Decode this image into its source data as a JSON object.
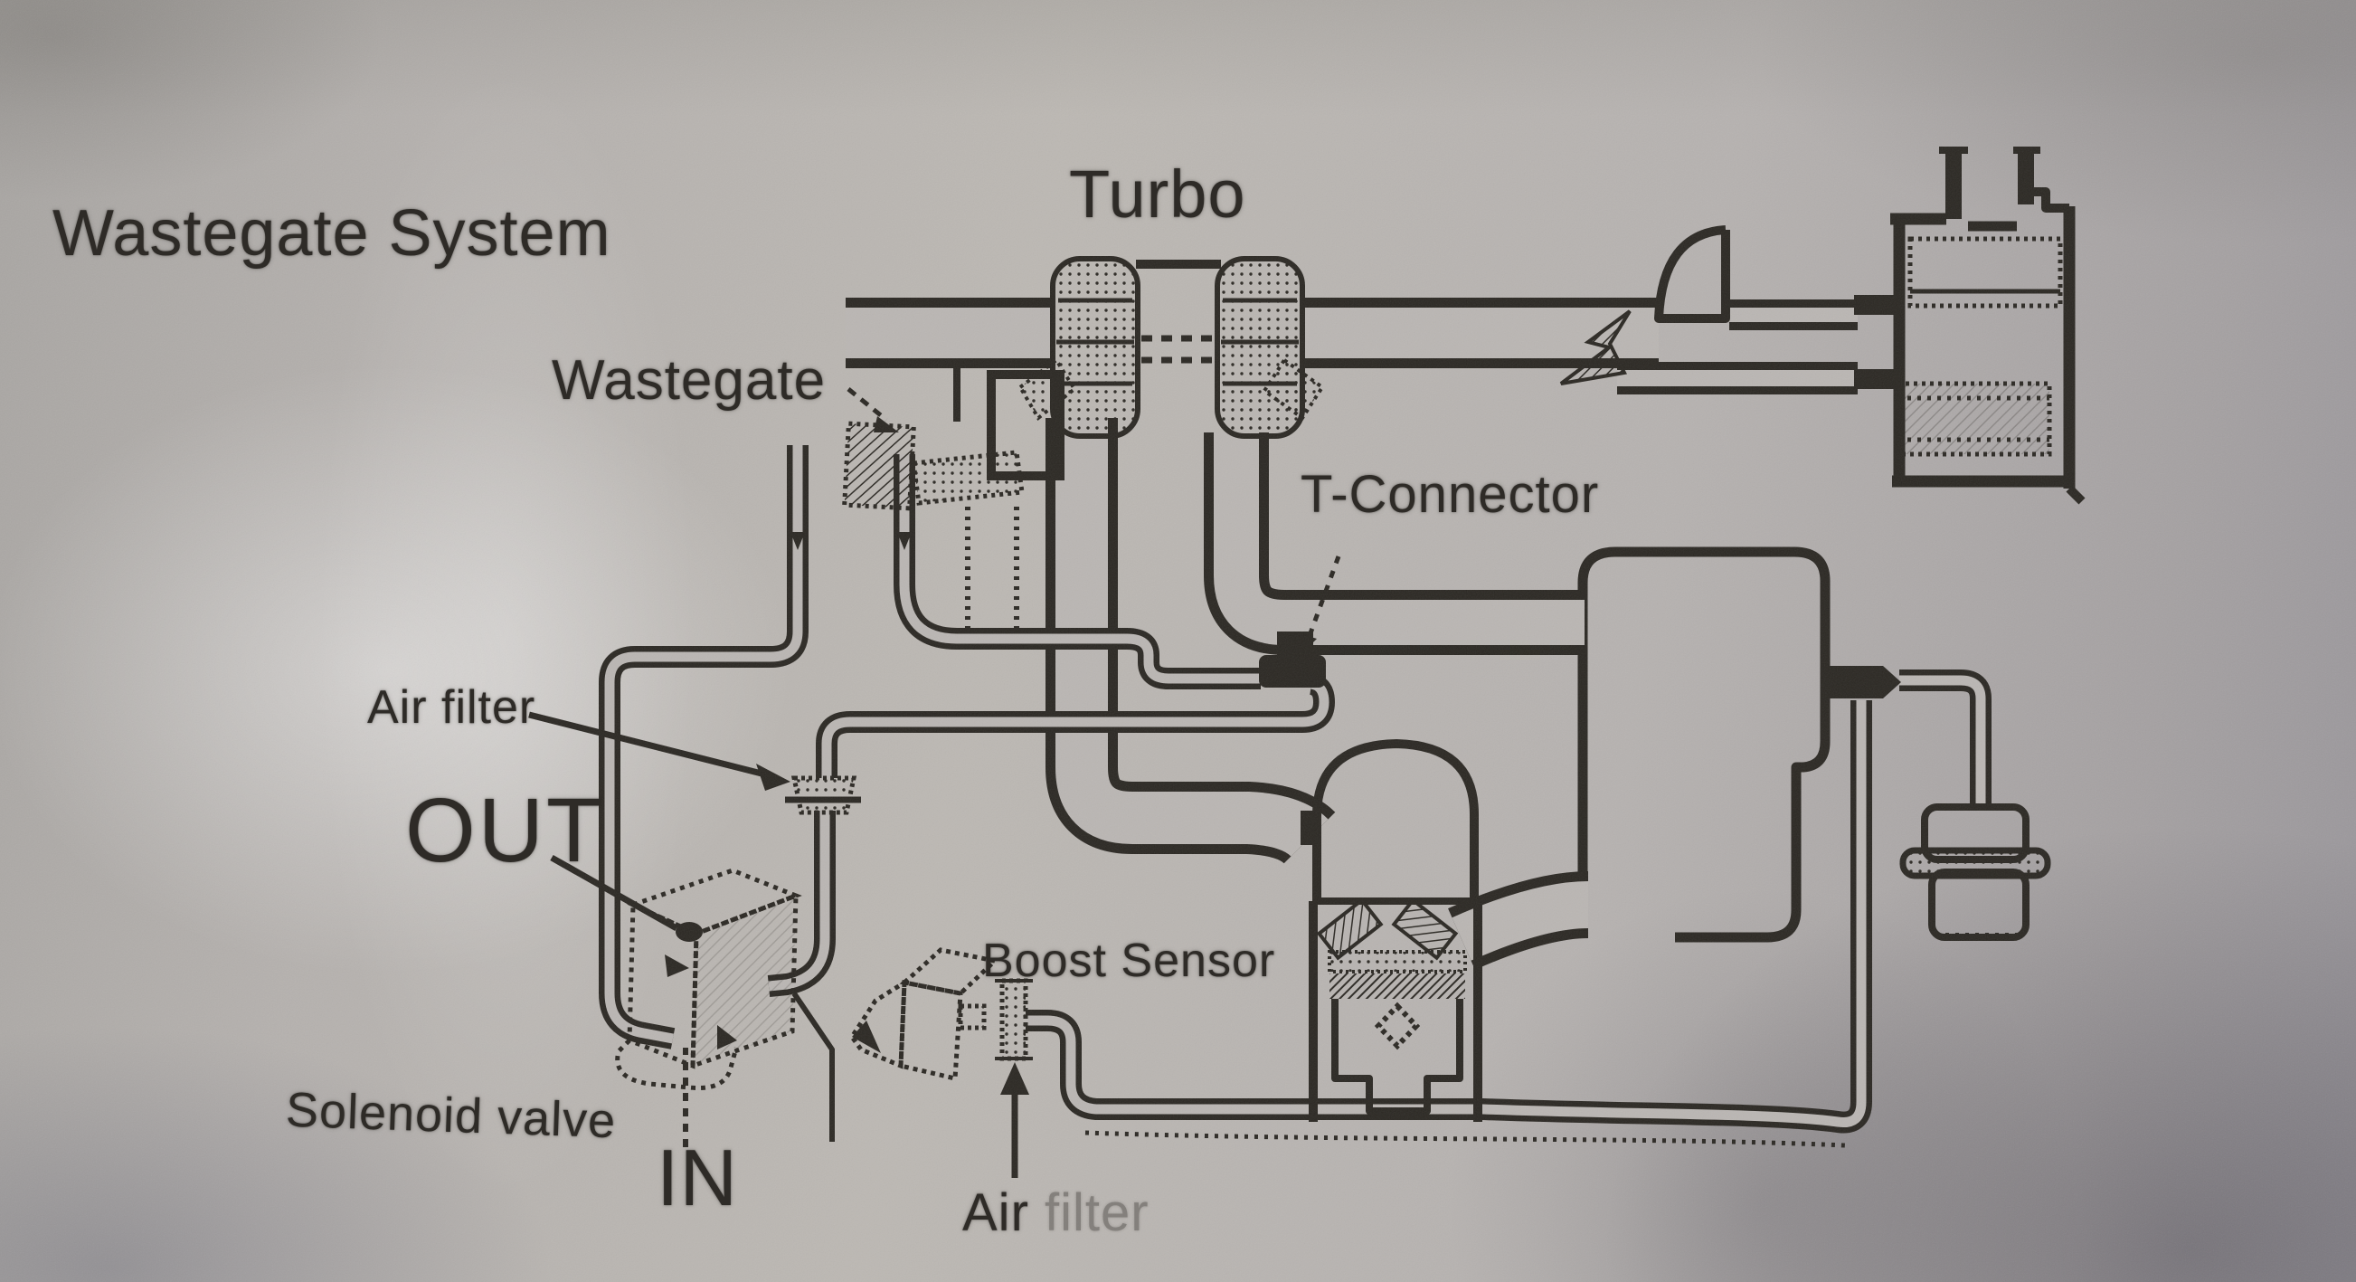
{
  "title": "Wastegate System",
  "labels": {
    "turbo": "Turbo",
    "wastegate": "Wastegate",
    "t_connector": "T-Connector",
    "air_filter": "Air filter",
    "out": "OUT",
    "solenoid_valve": "Solenoid valve",
    "in": "IN",
    "boost_sensor": "Boost Sensor",
    "air_filter_bottom_word1": "Air",
    "air_filter_bottom_word2": "filter"
  },
  "colors": {
    "ink": "#2b2823",
    "paper": "#bab6b3"
  }
}
